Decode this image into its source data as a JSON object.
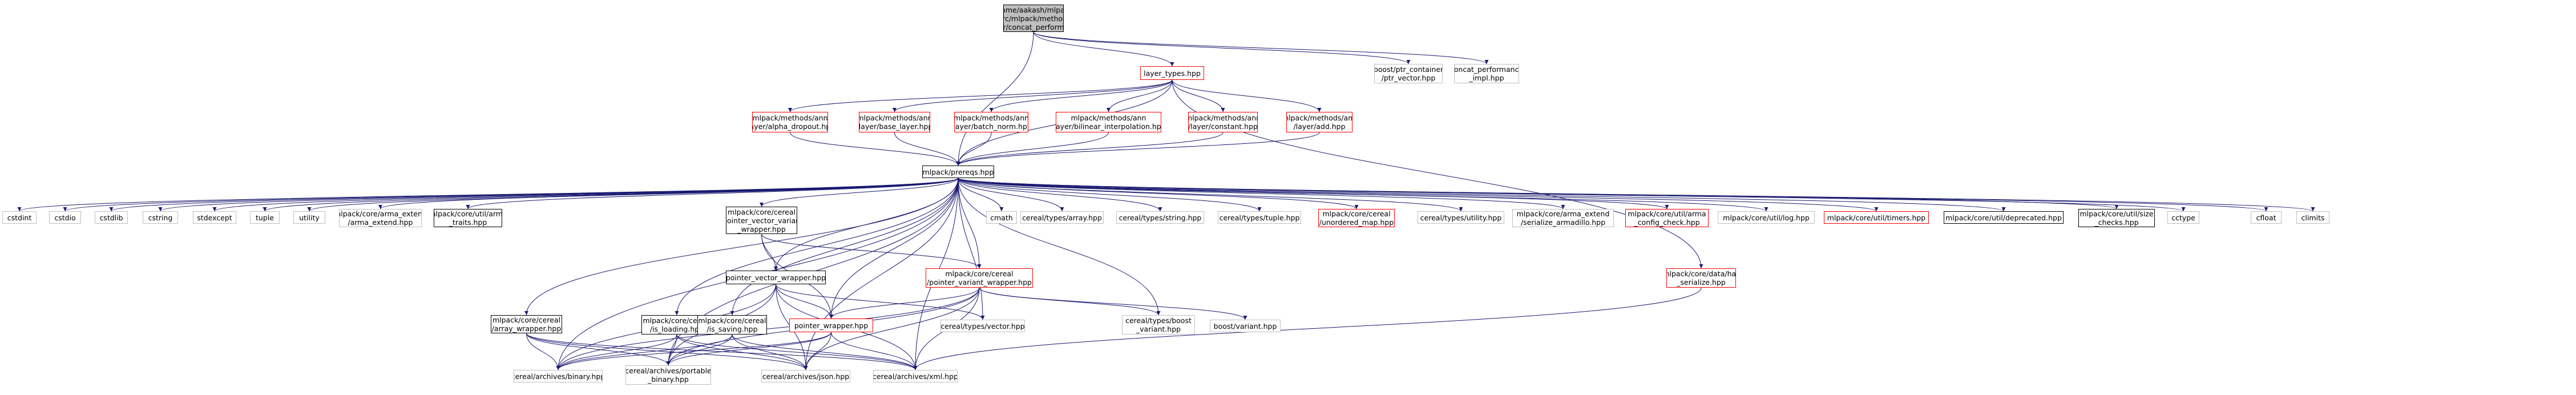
{
  "graph": {
    "nodes": [
      {
        "id": "root",
        "lines": [
          "/home/aakash/mlpack",
          "/src/mlpack/methods",
          "/ann/layer/concat_performance.hpp"
        ],
        "style": "root"
      },
      {
        "id": "layer_types",
        "lines": [
          "layer_types.hpp"
        ],
        "style": "red"
      },
      {
        "id": "ptr_container",
        "lines": [
          "boost/ptr_container",
          "/ptr_vector.hpp"
        ],
        "style": "grey"
      },
      {
        "id": "concat_impl",
        "lines": [
          "concat_performance",
          "_impl.hpp"
        ],
        "style": "grey"
      },
      {
        "id": "alpha",
        "lines": [
          "mlpack/methods/ann",
          "/layer/alpha_dropout.hpp"
        ],
        "style": "red"
      },
      {
        "id": "base",
        "lines": [
          "mlpack/methods/ann",
          "/layer/base_layer.hpp"
        ],
        "style": "red"
      },
      {
        "id": "batch",
        "lines": [
          "mlpack/methods/ann",
          "/layer/batch_norm.hpp"
        ],
        "style": "red"
      },
      {
        "id": "bilinear",
        "lines": [
          "mlpack/methods/ann",
          "/layer/bilinear_interpolation.hpp"
        ],
        "style": "red"
      },
      {
        "id": "constant",
        "lines": [
          "mlpack/methods/ann",
          "/layer/constant.hpp"
        ],
        "style": "red"
      },
      {
        "id": "add",
        "lines": [
          "mlpack/methods/ann",
          "/layer/add.hpp"
        ],
        "style": "red"
      },
      {
        "id": "prereqs",
        "lines": [
          "mlpack/prereqs.hpp"
        ],
        "style": "black"
      },
      {
        "id": "cstdint",
        "lines": [
          "cstdint"
        ],
        "style": "grey"
      },
      {
        "id": "cstdio",
        "lines": [
          "cstdio"
        ],
        "style": "grey"
      },
      {
        "id": "cstdlib",
        "lines": [
          "cstdlib"
        ],
        "style": "grey"
      },
      {
        "id": "cstring",
        "lines": [
          "cstring"
        ],
        "style": "grey"
      },
      {
        "id": "stdexcept",
        "lines": [
          "stdexcept"
        ],
        "style": "grey"
      },
      {
        "id": "tuple",
        "lines": [
          "tuple"
        ],
        "style": "grey"
      },
      {
        "id": "utility",
        "lines": [
          "utility"
        ],
        "style": "grey"
      },
      {
        "id": "arma_extend",
        "lines": [
          "mlpack/core/arma_extend",
          "/arma_extend.hpp"
        ],
        "style": "grey"
      },
      {
        "id": "arma_traits",
        "lines": [
          "mlpack/core/util/arma",
          "_traits.hpp"
        ],
        "style": "black"
      },
      {
        "id": "pvv_wrapper",
        "lines": [
          "mlpack/core/cereal",
          "/pointer_vector_variant",
          "_wrapper.hpp"
        ],
        "style": "black"
      },
      {
        "id": "cmath",
        "lines": [
          "cmath"
        ],
        "style": "grey"
      },
      {
        "id": "c_array",
        "lines": [
          "cereal/types/array.hpp"
        ],
        "style": "grey"
      },
      {
        "id": "c_string",
        "lines": [
          "cereal/types/string.hpp"
        ],
        "style": "grey"
      },
      {
        "id": "c_tuple",
        "lines": [
          "cereal/types/tuple.hpp"
        ],
        "style": "grey"
      },
      {
        "id": "unordered",
        "lines": [
          "mlpack/core/cereal",
          "/unordered_map.hpp"
        ],
        "style": "red"
      },
      {
        "id": "c_utility",
        "lines": [
          "cereal/types/utility.hpp"
        ],
        "style": "grey"
      },
      {
        "id": "serialize_armadillo",
        "lines": [
          "mlpack/core/arma_extend",
          "/serialize_armadillo.hpp"
        ],
        "style": "grey"
      },
      {
        "id": "config_check",
        "lines": [
          "mlpack/core/util/arma",
          "_config_check.hpp"
        ],
        "style": "red"
      },
      {
        "id": "log",
        "lines": [
          "mlpack/core/util/log.hpp"
        ],
        "style": "grey"
      },
      {
        "id": "timers",
        "lines": [
          "mlpack/core/util/timers.hpp"
        ],
        "style": "red"
      },
      {
        "id": "deprecated",
        "lines": [
          "mlpack/core/util/deprecated.hpp"
        ],
        "style": "black"
      },
      {
        "id": "size_checks",
        "lines": [
          "mlpack/core/util/size",
          "_checks.hpp"
        ],
        "style": "black"
      },
      {
        "id": "cctype",
        "lines": [
          "cctype"
        ],
        "style": "grey"
      },
      {
        "id": "cfloat",
        "lines": [
          "cfloat"
        ],
        "style": "grey"
      },
      {
        "id": "climits",
        "lines": [
          "climits"
        ],
        "style": "grey"
      },
      {
        "id": "pv_wrapper",
        "lines": [
          "pointer_vector_wrapper.hpp"
        ],
        "style": "black"
      },
      {
        "id": "pvar_wrapper",
        "lines": [
          "mlpack/core/cereal",
          "/pointer_variant_wrapper.hpp"
        ],
        "style": "red"
      },
      {
        "id": "has_serialize",
        "lines": [
          "mlpack/core/data/has",
          "_serialize.hpp"
        ],
        "style": "red"
      },
      {
        "id": "array_wrapper",
        "lines": [
          "mlpack/core/cereal",
          "/array_wrapper.hpp"
        ],
        "style": "black"
      },
      {
        "id": "is_loading",
        "lines": [
          "mlpack/core/cereal",
          "/is_loading.hpp"
        ],
        "style": "black"
      },
      {
        "id": "is_saving",
        "lines": [
          "mlpack/core/cereal",
          "/is_saving.hpp"
        ],
        "style": "black"
      },
      {
        "id": "pointer_wrapper",
        "lines": [
          "pointer_wrapper.hpp"
        ],
        "style": "red"
      },
      {
        "id": "c_vector",
        "lines": [
          "cereal/types/vector.hpp"
        ],
        "style": "grey"
      },
      {
        "id": "boost_variant",
        "lines": [
          "cereal/types/boost",
          "_variant.hpp"
        ],
        "style": "grey"
      },
      {
        "id": "bvariant",
        "lines": [
          "boost/variant.hpp"
        ],
        "style": "grey"
      },
      {
        "id": "binary",
        "lines": [
          "cereal/archives/binary.hpp"
        ],
        "style": "grey"
      },
      {
        "id": "portable",
        "lines": [
          "cereal/archives/portable",
          "_binary.hpp"
        ],
        "style": "grey"
      },
      {
        "id": "json",
        "lines": [
          "cereal/archives/json.hpp"
        ],
        "style": "grey"
      },
      {
        "id": "xml",
        "lines": [
          "cereal/archives/xml.hpp"
        ],
        "style": "grey"
      }
    ],
    "edges": [
      [
        "root",
        "layer_types"
      ],
      [
        "root",
        "ptr_container"
      ],
      [
        "root",
        "concat_impl"
      ],
      [
        "root",
        "prereqs"
      ],
      [
        "layer_types",
        "alpha"
      ],
      [
        "layer_types",
        "base"
      ],
      [
        "layer_types",
        "batch"
      ],
      [
        "layer_types",
        "bilinear"
      ],
      [
        "layer_types",
        "constant"
      ],
      [
        "layer_types",
        "add"
      ],
      [
        "layer_types",
        "prereqs"
      ],
      [
        "layer_types",
        "has_serialize"
      ],
      [
        "alpha",
        "prereqs"
      ],
      [
        "base",
        "prereqs"
      ],
      [
        "batch",
        "prereqs"
      ],
      [
        "bilinear",
        "prereqs"
      ],
      [
        "constant",
        "prereqs"
      ],
      [
        "add",
        "prereqs"
      ],
      [
        "prereqs",
        "cstdint"
      ],
      [
        "prereqs",
        "cstdio"
      ],
      [
        "prereqs",
        "cstdlib"
      ],
      [
        "prereqs",
        "cstring"
      ],
      [
        "prereqs",
        "stdexcept"
      ],
      [
        "prereqs",
        "tuple"
      ],
      [
        "prereqs",
        "utility"
      ],
      [
        "prereqs",
        "arma_extend"
      ],
      [
        "prereqs",
        "arma_traits"
      ],
      [
        "prereqs",
        "pvv_wrapper"
      ],
      [
        "prereqs",
        "cmath"
      ],
      [
        "prereqs",
        "c_array"
      ],
      [
        "prereqs",
        "c_string"
      ],
      [
        "prereqs",
        "c_tuple"
      ],
      [
        "prereqs",
        "unordered"
      ],
      [
        "prereqs",
        "c_utility"
      ],
      [
        "prereqs",
        "serialize_armadillo"
      ],
      [
        "prereqs",
        "config_check"
      ],
      [
        "prereqs",
        "log"
      ],
      [
        "prereqs",
        "timers"
      ],
      [
        "prereqs",
        "deprecated"
      ],
      [
        "prereqs",
        "size_checks"
      ],
      [
        "prereqs",
        "cctype"
      ],
      [
        "prereqs",
        "cfloat"
      ],
      [
        "prereqs",
        "climits"
      ],
      [
        "prereqs",
        "pv_wrapper"
      ],
      [
        "prereqs",
        "pvar_wrapper"
      ],
      [
        "prereqs",
        "array_wrapper"
      ],
      [
        "prereqs",
        "is_loading"
      ],
      [
        "prereqs",
        "is_saving"
      ],
      [
        "prereqs",
        "pointer_wrapper"
      ],
      [
        "prereqs",
        "c_vector"
      ],
      [
        "prereqs",
        "boost_variant"
      ],
      [
        "prereqs",
        "binary"
      ],
      [
        "prereqs",
        "portable"
      ],
      [
        "prereqs",
        "json"
      ],
      [
        "prereqs",
        "xml"
      ],
      [
        "pvv_wrapper",
        "pv_wrapper"
      ],
      [
        "pvv_wrapper",
        "pvar_wrapper"
      ],
      [
        "pvv_wrapper",
        "pointer_wrapper"
      ],
      [
        "pv_wrapper",
        "pointer_wrapper"
      ],
      [
        "pv_wrapper",
        "c_vector"
      ],
      [
        "pv_wrapper",
        "binary"
      ],
      [
        "pv_wrapper",
        "portable"
      ],
      [
        "pv_wrapper",
        "json"
      ],
      [
        "pv_wrapper",
        "xml"
      ],
      [
        "pvar_wrapper",
        "pointer_wrapper"
      ],
      [
        "pvar_wrapper",
        "boost_variant"
      ],
      [
        "pvar_wrapper",
        "bvariant"
      ],
      [
        "pvar_wrapper",
        "binary"
      ],
      [
        "pvar_wrapper",
        "portable"
      ],
      [
        "pvar_wrapper",
        "json"
      ],
      [
        "pvar_wrapper",
        "xml"
      ],
      [
        "has_serialize",
        "xml"
      ],
      [
        "array_wrapper",
        "binary"
      ],
      [
        "array_wrapper",
        "portable"
      ],
      [
        "array_wrapper",
        "json"
      ],
      [
        "array_wrapper",
        "xml"
      ],
      [
        "is_loading",
        "binary"
      ],
      [
        "is_loading",
        "portable"
      ],
      [
        "is_loading",
        "json"
      ],
      [
        "is_loading",
        "xml"
      ],
      [
        "is_saving",
        "binary"
      ],
      [
        "is_saving",
        "portable"
      ],
      [
        "is_saving",
        "json"
      ],
      [
        "is_saving",
        "xml"
      ],
      [
        "pointer_wrapper",
        "binary"
      ],
      [
        "pointer_wrapper",
        "portable"
      ],
      [
        "pointer_wrapper",
        "json"
      ],
      [
        "pointer_wrapper",
        "xml"
      ]
    ]
  }
}
